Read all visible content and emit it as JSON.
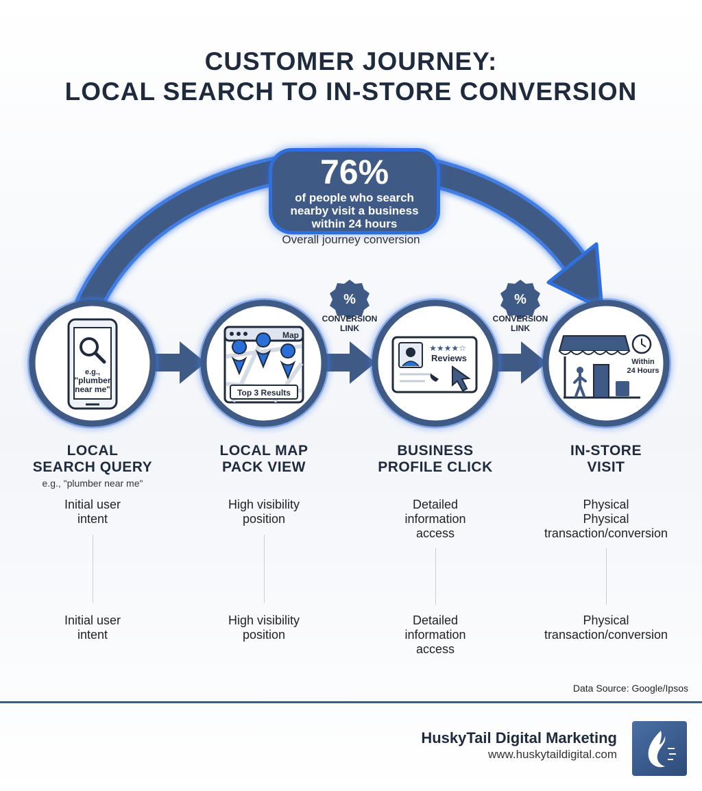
{
  "title": {
    "line1": "CUSTOMER JOURNEY:",
    "line2": "LOCAL SEARCH TO IN-STORE CONVERSION"
  },
  "badge": {
    "percent": "76%",
    "line1": "of people who search",
    "line2": "nearby visit a business",
    "line3": "within 24 hours"
  },
  "overall_label": "Overall journey conversion",
  "conversion_link": {
    "icon_text": "%",
    "line1": "CONVERSION",
    "line2": "LINK"
  },
  "stages": [
    {
      "title_l1": "LOCAL",
      "title_l2": "SEARCH QUERY",
      "subtitle": "e.g., \"plumber near me\"",
      "icon_text_l1": "e.g.,",
      "icon_text_l2": "\"plumber",
      "icon_text_l3": "near me\"",
      "desc_top_l1": "Initial user",
      "desc_top_l2": "intent",
      "desc_top_l3": "",
      "desc_bottom_l1": "Initial user",
      "desc_bottom_l2": "intent",
      "desc_bottom_l3": ""
    },
    {
      "title_l1": "LOCAL MAP",
      "title_l2": "PACK VIEW",
      "subtitle": "",
      "icon_header": "Map",
      "icon_caption": "Top 3 Results",
      "desc_top_l1": "High visibility",
      "desc_top_l2": "position",
      "desc_top_l3": "",
      "desc_bottom_l1": "High visibility",
      "desc_bottom_l2": "position",
      "desc_bottom_l3": ""
    },
    {
      "title_l1": "BUSINESS",
      "title_l2": "PROFILE CLICK",
      "subtitle": "",
      "icon_stars": "★★★★☆",
      "icon_caption": "Reviews",
      "desc_top_l1": "Detailed",
      "desc_top_l2": "information",
      "desc_top_l3": "access",
      "desc_bottom_l1": "Detailed",
      "desc_bottom_l2": "information",
      "desc_bottom_l3": "access"
    },
    {
      "title_l1": "IN-STORE",
      "title_l2": "VISIT",
      "subtitle": "",
      "icon_caption_l1": "Within",
      "icon_caption_l2": "24 Hours",
      "desc_top_l1": "Physical",
      "desc_top_l2": "Physical",
      "desc_top_l3": "transaction/conversion",
      "desc_bottom_l1": "Physical",
      "desc_bottom_l2": "transaction/conversion",
      "desc_bottom_l3": ""
    }
  ],
  "source": "Data Source: Google/Ipsos",
  "footer": {
    "company": "HuskyTail Digital Marketing",
    "url": "www.huskytaildigital.com"
  },
  "colors": {
    "navy": "#3f5a85",
    "dark": "#1f2b3d",
    "glow_blue": "#2f6fe0",
    "pin_blue": "#2a6fd8"
  }
}
